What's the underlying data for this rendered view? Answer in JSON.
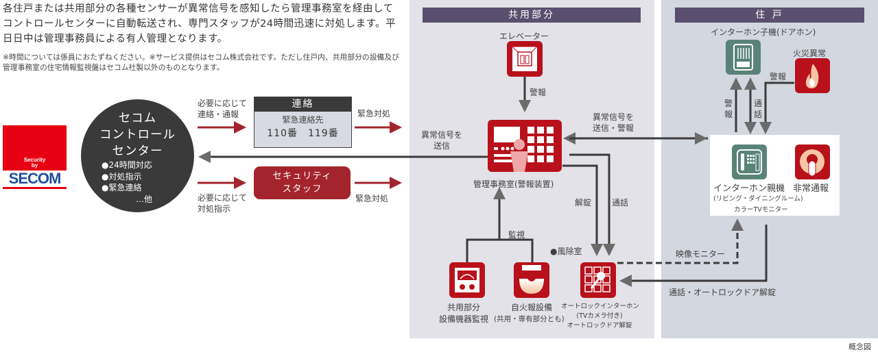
{
  "intro": {
    "main_text": "各住戸または共用部分の各種センサーが異常信号を感知したら管理事務室を経由してコントロールセンターに自動転送され、専門スタッフが24時間迅速に対処します。平日日中は管理事務員による有人管理となります。",
    "note_text": "※時間については係員におたずねください。※サービス提供はセコム株式会社です。ただし住戸内、共用部分の設備及び管理事務室の住宅情報監視盤はセコム社製以外のものとなります。"
  },
  "logo": {
    "line1": "Security",
    "line2": "by",
    "brand": "SECOM",
    "icon": "secom-logo"
  },
  "control_center": {
    "title_lines": [
      "セコム",
      "コントロール",
      "センター"
    ],
    "bullets": [
      "●24時間対応",
      "●対処指示",
      "●緊急連絡",
      "…他"
    ]
  },
  "flows_left": {
    "contact_note_lines": [
      "必要に応じて",
      "連絡・通報"
    ],
    "instruct_note_lines": [
      "必要に応じて",
      "対処指示"
    ],
    "emergency_top": "緊急対処",
    "emergency_bottom": "緊急対処",
    "send_signal_lines": [
      "異常信号を",
      "送信"
    ]
  },
  "contact_box": {
    "header": "連絡",
    "line1": "緊急連絡先",
    "line2": "110番　119番"
  },
  "security_staff": {
    "lines": [
      "セキュリティ",
      "スタッフ"
    ]
  },
  "common_area": {
    "header": "共用部分",
    "elevator_label": "エレベーター",
    "alarm_label": "警報",
    "office_label": "管理事務室(警報装置)",
    "monitor_label": "監視",
    "unlock_label": "解錠",
    "call_label": "通話",
    "windbreak_label": "●風除室",
    "equipment_label_lines": [
      "共用部分",
      "設備機器監視"
    ],
    "fire_alarm_label_lines": [
      "自火報設備",
      "(共用・専有部分とも)"
    ],
    "autolock_label_lines": [
      "オートロックインターホン",
      "(TVカメラ付き)",
      "オートロックドア解錠"
    ]
  },
  "middle_flows": {
    "signal_alarm_lines": [
      "異常信号を",
      "送信・警報"
    ],
    "video_monitor": "映像モニター",
    "call_unlock": "通話・オートロックドア解錠"
  },
  "dwelling": {
    "header": "住 戸",
    "door_intercom_label": "インターホン子機(ドアホン)",
    "fire_label": "火災異常",
    "alarm_h": "警報",
    "alarm_v": "警報",
    "call_v": "通話",
    "master_label": "インターホン親機",
    "master_sub1": "(リビング・ダイニングルーム)",
    "master_sub2": "カラーTVモニター",
    "emergency_label": "非常通報"
  },
  "footer": {
    "caption": "概念図"
  },
  "colors": {
    "red": "#b8111b",
    "staff": "#a3242d",
    "dark": "#3b3a3b",
    "header": "#5a4f6e",
    "teal": "#5a8378",
    "arrow_red": "#a3242d"
  }
}
